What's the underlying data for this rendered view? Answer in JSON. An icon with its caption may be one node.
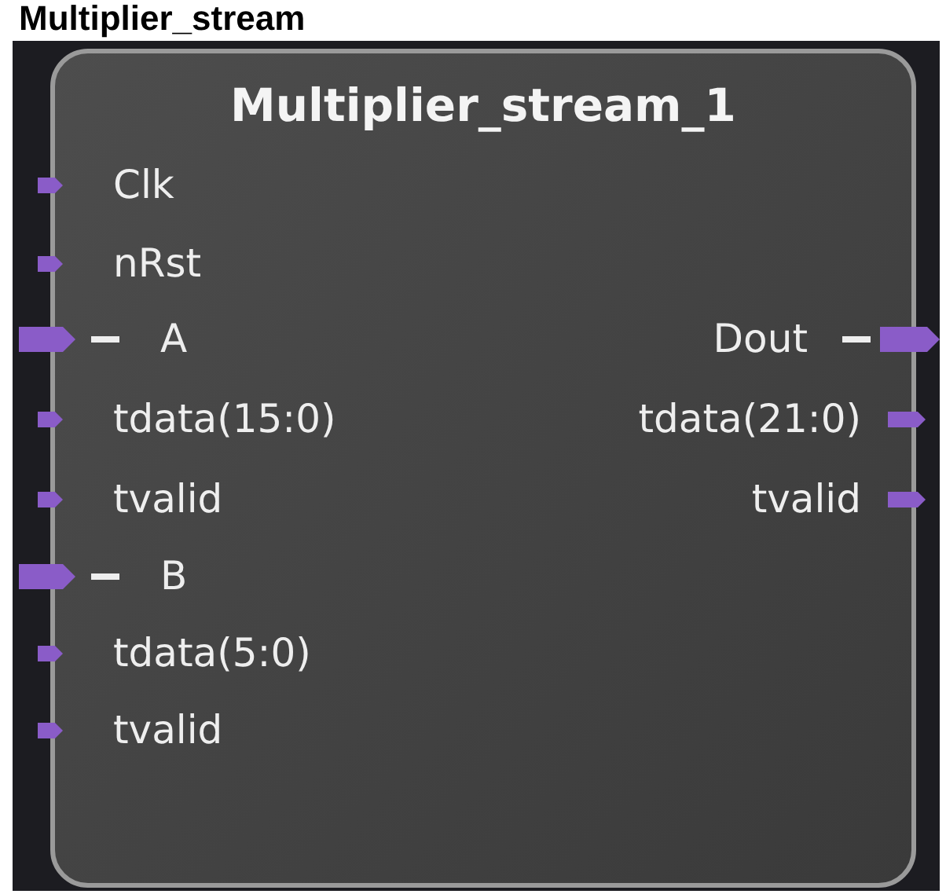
{
  "diagram": {
    "title": "Multiplier_stream",
    "nodes": [
      {
        "text": [
          "Multiplier_stream_1"
        ]
      }
    ],
    "labels": [
      "Clk",
      "nRst",
      "A",
      "Dout",
      "tdata(15:0)",
      "tdata(21:0)",
      "tvalid",
      "tvalid",
      "B",
      "tdata(5:0)",
      "tvalid"
    ]
  }
}
